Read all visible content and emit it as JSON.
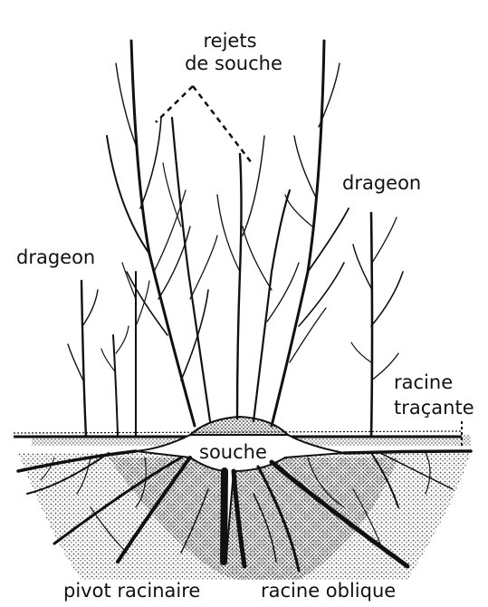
{
  "labels": {
    "rejets_line1": "rejets",
    "rejets_line2": "de souche",
    "drageon_right": "drageon",
    "drageon_left": "drageon",
    "racine_tracante_line1": "racine",
    "racine_tracante_line2": "traçante",
    "souche": "souche",
    "pivot": "pivot racinaire",
    "racine_oblique": "racine oblique"
  },
  "colors": {
    "ink": "#111111",
    "soil_dots": "#333333",
    "background": "#ffffff"
  }
}
